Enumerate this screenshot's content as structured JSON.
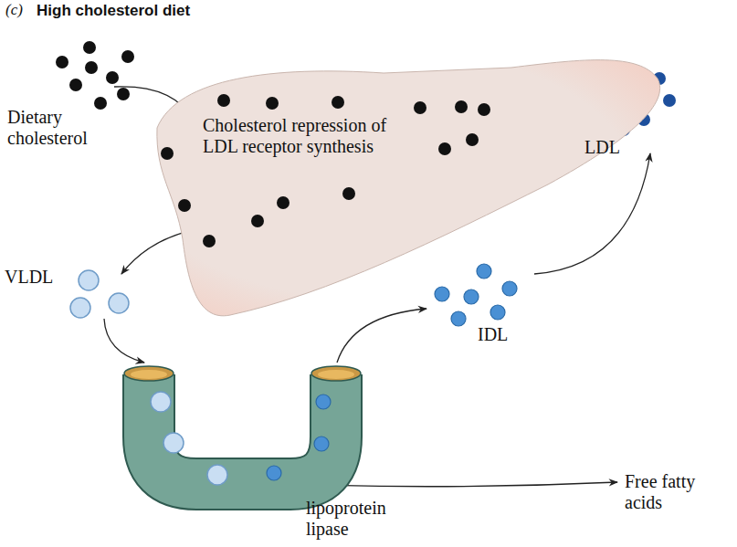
{
  "diagram": {
    "title": "High cholesterol diet",
    "nodes": [
      {
        "text": [
          "Dietary cholesterol"
        ]
      },
      {
        "text": [
          "Cholesterol repression of LDL receptor synthesis"
        ]
      },
      {
        "text": [
          "LDL"
        ]
      },
      {
        "text": [
          "VLDL"
        ]
      },
      {
        "text": [
          "IDL"
        ]
      },
      {
        "text": [
          "lipoprotein lipase"
        ]
      }
    ],
    "edges": [
      {
        "from": 0,
        "to": 1,
        "arrow": "to"
      },
      {
        "from": 1,
        "to": 3,
        "arrow": "to"
      },
      {
        "from": 3,
        "to": 5,
        "arrow": "to"
      },
      {
        "from": 5,
        "to": 4,
        "arrow": "to"
      },
      {
        "from": 4,
        "to": 2,
        "arrow": "to"
      }
    ],
    "labels": [
      "(c)",
      "Free fatty acids"
    ]
  }
}
